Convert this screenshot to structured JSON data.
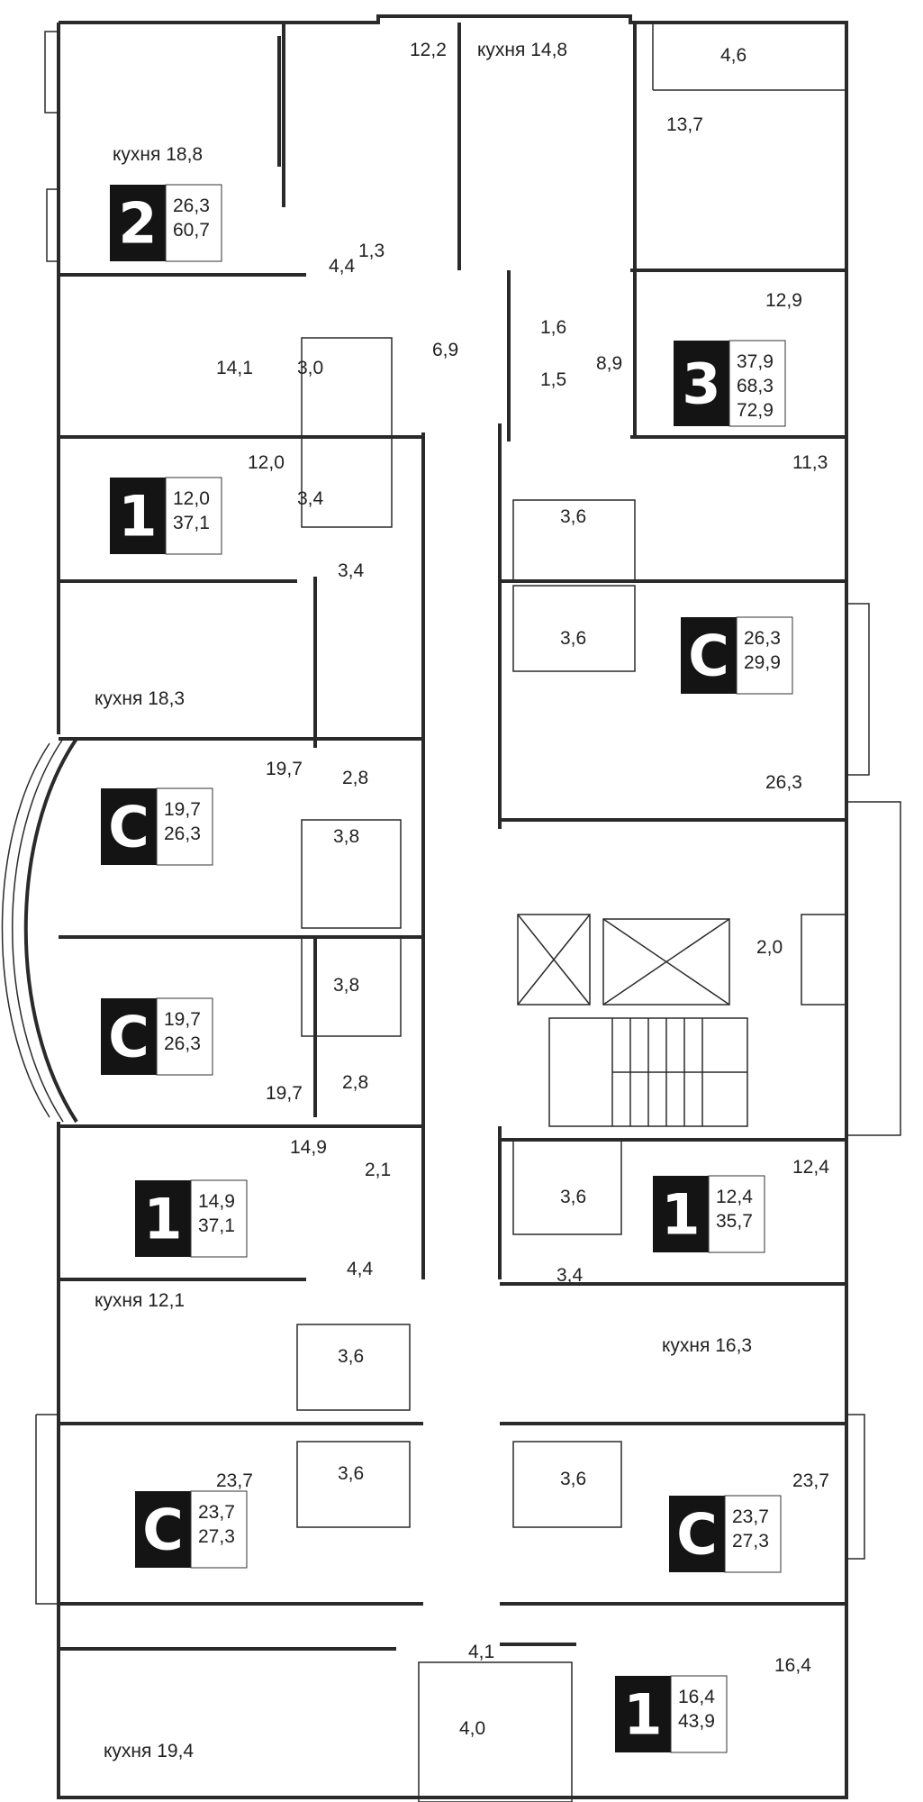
{
  "room_labels": [
    "12,2",
    "кухня 14,8",
    "4,6",
    "13,7",
    "кухня 18,8",
    "4,4",
    "1,3",
    "12,9",
    "1,6",
    "8,9",
    "1,5",
    "14,1",
    "3,0",
    "6,9",
    "12,0",
    "3,4",
    "11,3",
    "3,6",
    "3,4",
    "3,6",
    "кухня 18,3",
    "19,7",
    "2,8",
    "26,3",
    "3,8",
    "2,0",
    "3,8",
    "19,7",
    "2,8",
    "14,9",
    "2,1",
    "12,4",
    "3,6",
    "4,4",
    "3,4",
    "кухня 12,1",
    "кухня 16,3",
    "3,6",
    "3,6",
    "23,7",
    "3,6",
    "23,7",
    "4,1",
    "16,4",
    "4,0",
    "кухня 19,4"
  ],
  "apartments": [
    {
      "type": "2",
      "areas": [
        "26,3",
        "60,7"
      ]
    },
    {
      "type": "3",
      "areas": [
        "37,9",
        "68,3",
        "72,9"
      ]
    },
    {
      "type": "1",
      "areas": [
        "12,0",
        "37,1"
      ]
    },
    {
      "type": "С",
      "areas": [
        "26,3",
        "29,9"
      ]
    },
    {
      "type": "С",
      "areas": [
        "19,7",
        "26,3"
      ]
    },
    {
      "type": "С",
      "areas": [
        "19,7",
        "26,3"
      ]
    },
    {
      "type": "1",
      "areas": [
        "14,9",
        "37,1"
      ]
    },
    {
      "type": "1",
      "areas": [
        "12,4",
        "35,7"
      ]
    },
    {
      "type": "С",
      "areas": [
        "23,7",
        "27,3"
      ]
    },
    {
      "type": "С",
      "areas": [
        "23,7",
        "27,3"
      ]
    },
    {
      "type": "1",
      "areas": [
        "16,4",
        "43,9"
      ]
    }
  ],
  "colors": {
    "badge": "#141414",
    "walls": "#2a2a2a",
    "background": "#ffffff"
  }
}
